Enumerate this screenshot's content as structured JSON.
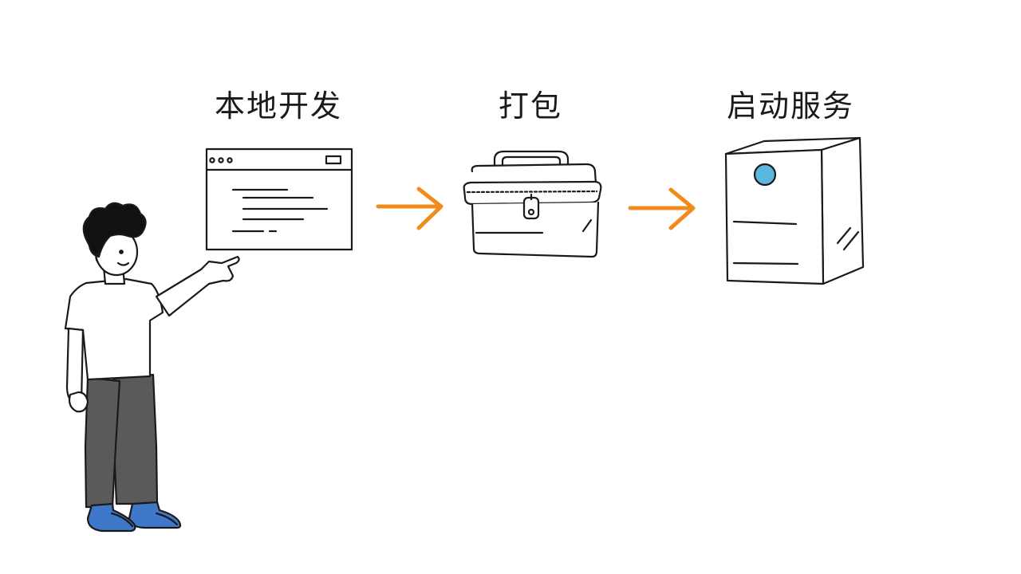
{
  "steps": [
    {
      "label": "本地开发",
      "icon": "browser-window-icon"
    },
    {
      "label": "打包",
      "icon": "package-box-icon"
    },
    {
      "label": "启动服务",
      "icon": "server-tower-icon"
    }
  ],
  "colors": {
    "stroke": "#1a1a1a",
    "arrow": "#f08c1e",
    "server_light": "#5ab8e0",
    "shoe": "#3f78c8",
    "pants": "#5a5a5a",
    "hair": "#111111"
  },
  "icons": {
    "flow_arrow": "arrow-right-icon",
    "person": "person-pointing-icon"
  }
}
